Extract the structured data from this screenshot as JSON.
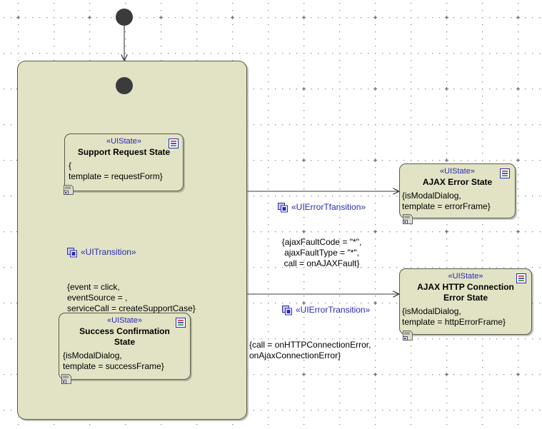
{
  "diagram": {
    "title": "UI State Machine Diagram",
    "background_color": "#ffffff",
    "node_fill": "#e2e3c4",
    "node_border": "#5a5a4a",
    "stereotype_color": "#2a2ab4",
    "grid": "dotted"
  },
  "region": {
    "name": "composite-region"
  },
  "initial_nodes": [
    {
      "name": "outer-initial-node"
    },
    {
      "name": "inner-initial-node"
    }
  ],
  "states": [
    {
      "id": "support-request-state",
      "stereotype": "«UIState»",
      "name": "Support Request State",
      "body": "{\ntemplate = requestForm}",
      "icon": "list-icon",
      "note_icon": "document-icon"
    },
    {
      "id": "success-confirmation-state",
      "stereotype": "«UIState»",
      "name": "Success Confirmation\nState",
      "body": "{isModalDialog,\ntemplate = successFrame}",
      "icon": "list-icon",
      "note_icon": "document-icon"
    },
    {
      "id": "ajax-error-state",
      "stereotype": "«UIState»",
      "name": "AJAX Error State",
      "body": "{isModalDialog,\ntemplate = errorFrame}",
      "icon": "list-icon",
      "note_icon": "document-icon"
    },
    {
      "id": "ajax-http-connection-error-state",
      "stereotype": "«UIState»",
      "name": "AJAX HTTP Connection\nError State",
      "body": "{isModalDialog,\ntemplate = httpErrorFrame}",
      "icon": "list-icon",
      "note_icon": "document-icon"
    }
  ],
  "transitions": [
    {
      "id": "ui-transition-create-support-case",
      "stereotype": "«UITransition»",
      "body": "{event = click,\neventSource = ,\nserviceCall = createSupportCase}",
      "icon": "transition-icon"
    },
    {
      "id": "ui-error-transition-ajax-fault",
      "stereotype": "«UIErrorTfansition»",
      "body": "{ajaxFaultCode = \"*\",\najaxFaultType = \"*\",\ncall = onAJAXFault}",
      "icon": "transition-icon"
    },
    {
      "id": "ui-error-transition-http-connection",
      "stereotype": "«UIErrorTransition»",
      "body": "{call = onHTTPConnectionError,\nonAjaxConnectionError}",
      "icon": "transition-icon"
    }
  ]
}
